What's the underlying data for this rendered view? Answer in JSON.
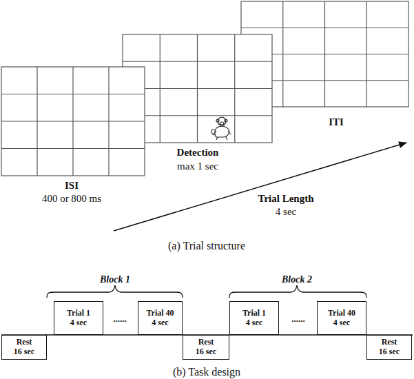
{
  "diagram": {
    "nodes": [
      {
        "text": [
          "Rest",
          "16 sec"
        ]
      },
      {
        "text": [
          "Trial 1",
          "4 sec"
        ]
      },
      {
        "text": [
          "Trial 40",
          "4 sec"
        ]
      },
      {
        "text": [
          "Rest",
          "16 sec"
        ]
      },
      {
        "text": [
          "Trial 1",
          "4 sec"
        ]
      },
      {
        "text": [
          "Trial 40",
          "4 sec"
        ]
      },
      {
        "text": [
          "Rest",
          "16 sec"
        ]
      }
    ],
    "labels": [
      "ISI",
      "400 or 800 ms",
      "Detection",
      "max 1 sec",
      "ITI",
      "Trial Length",
      "4 sec",
      "(a) Trial structure",
      "Block 1",
      "......",
      "Block 2",
      "......",
      "(b) Task design"
    ]
  }
}
